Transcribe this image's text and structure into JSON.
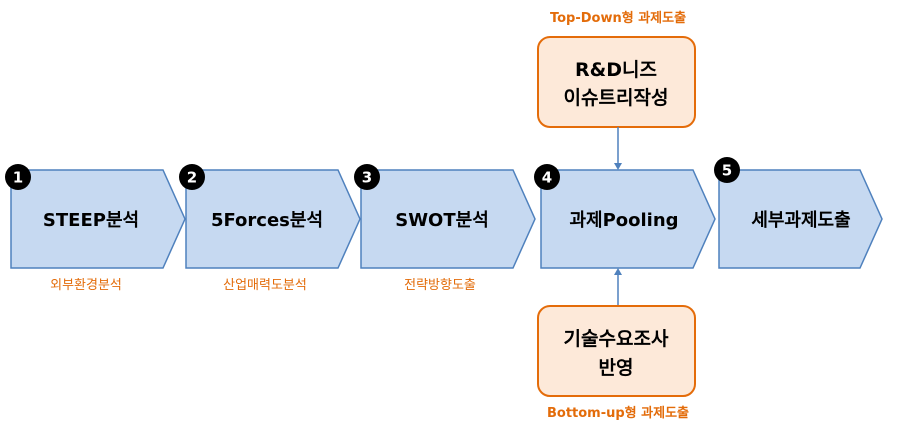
{
  "top_caption": "Top-Down형 과제도출",
  "top_box": {
    "line1": "R&D니즈",
    "line2": "이슈트리작성"
  },
  "bottom_box": {
    "line1": "기술수요조사",
    "line2": "반영"
  },
  "bottom_caption": "Bottom-up형 과제도출",
  "steps": [
    {
      "number": "1",
      "label": "STEEP분석",
      "sublabel": "외부환경분석"
    },
    {
      "number": "2",
      "label": "5Forces분석",
      "sublabel": "산업매력도분석"
    },
    {
      "number": "3",
      "label": "SWOT분석",
      "sublabel": "전략방향도출"
    },
    {
      "number": "4",
      "label": "과제Pooling",
      "sublabel": ""
    },
    {
      "number": "5",
      "label": "세부과제도출",
      "sublabel": ""
    }
  ],
  "colors": {
    "chevron_fill": "#c6d9f1",
    "chevron_stroke": "#4f81bd",
    "box_fill": "#fde9d9",
    "box_stroke": "#e46c0a",
    "accent_text": "#e36c0a",
    "badge": "#000000",
    "connector": "#4f81bd"
  }
}
